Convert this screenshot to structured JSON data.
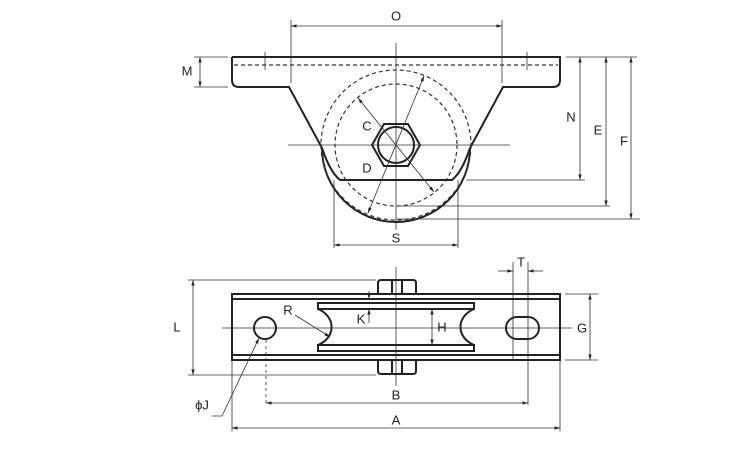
{
  "labels": {
    "O": "O",
    "M": "M",
    "N": "N",
    "E": "E",
    "F": "F",
    "C": "C",
    "D": "D",
    "S": "S",
    "L": "L",
    "R": "R",
    "K": "K",
    "H": "H",
    "G": "G",
    "T": "T",
    "B": "B",
    "A": "A",
    "J": "ϕJ"
  }
}
